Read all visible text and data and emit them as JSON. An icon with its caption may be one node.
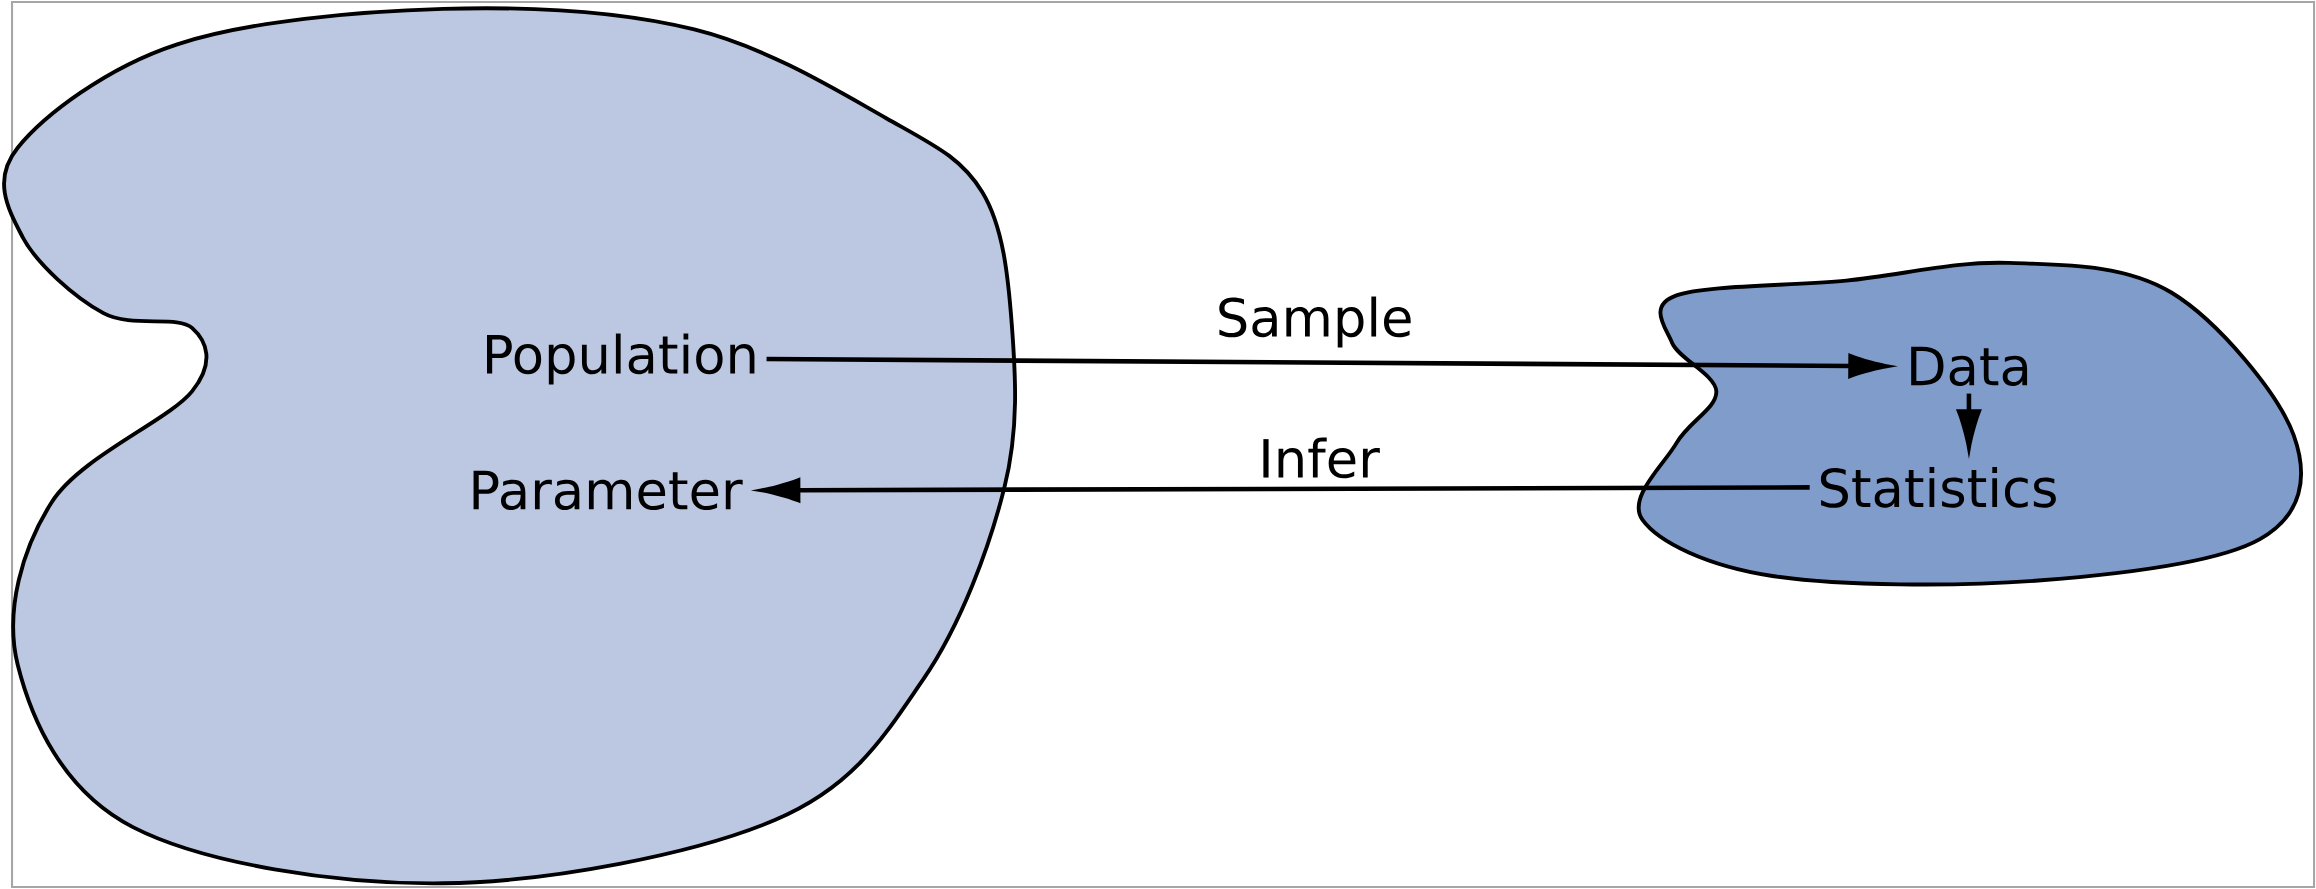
{
  "diagram": {
    "nodes": [
      {
        "text": [],
        "shape": "cloud"
      },
      {
        "text": [
          "Population"
        ],
        "in": 0
      },
      {
        "text": [
          "Parameter"
        ],
        "in": 0
      },
      {
        "text": [],
        "shape": "cloud"
      },
      {
        "text": [
          "Data"
        ],
        "in": 3
      },
      {
        "text": [
          "Statistics"
        ],
        "in": 3
      }
    ],
    "edges": [
      {
        "from": 1,
        "to": 4,
        "arrow": "to",
        "label": "Sample"
      },
      {
        "from": 5,
        "to": 2,
        "arrow": "to",
        "label": "Infer"
      },
      {
        "from": 4,
        "to": 5,
        "arrow": "to"
      }
    ]
  }
}
